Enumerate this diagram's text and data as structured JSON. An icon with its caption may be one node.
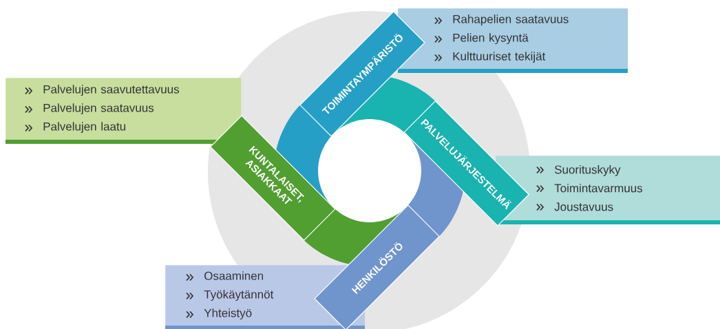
{
  "diagram": {
    "nodes": [
      {
        "text": [
          "TOIMINTAYMPÄRISTÖ"
        ]
      },
      {
        "text": [
          "Rahapelien saatavuus",
          "Pelien kysyntä",
          "Kulttuuriset tekijät"
        ]
      },
      {
        "text": [
          "PALVELUJÄRJESTELMÄ"
        ]
      },
      {
        "text": [
          "Suorituskyky",
          "Toimintavarmuus",
          "Joustavuus"
        ]
      },
      {
        "text": [
          "HENKILÖSTÖ"
        ]
      },
      {
        "text": [
          "Osaaminen",
          "Työkäytännöt",
          "Yhteistyö"
        ]
      },
      {
        "text": [
          "KUNTALAISET, ASIAKKAAT"
        ]
      },
      {
        "text": [
          "Palvelujen saavutettavuus",
          "Palvelujen saatavuus",
          "Palvelujen laatu"
        ]
      }
    ]
  }
}
